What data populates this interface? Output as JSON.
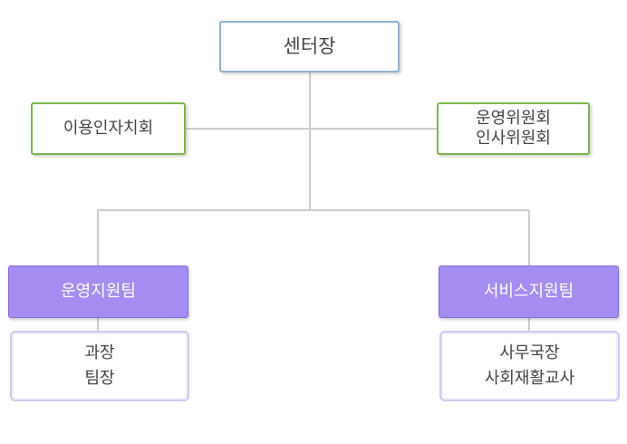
{
  "center": {
    "label": "센터장"
  },
  "committees": {
    "left": {
      "label": "이용인자치회"
    },
    "right": {
      "lines": [
        "운영위원회",
        "인사위원회"
      ]
    }
  },
  "teams": [
    {
      "label": "운영지원팀",
      "staff": [
        "과장",
        "팀장"
      ]
    },
    {
      "label": "서비스지원팀",
      "staff": [
        "사무국장",
        "사회재활교사"
      ]
    }
  ],
  "colors": {
    "connector": "#cccccc",
    "center_border": "#8fb0d6",
    "committee_border": "#78b848",
    "team_fill": "#a58cf0",
    "staff_border": "#cfc6f3"
  }
}
